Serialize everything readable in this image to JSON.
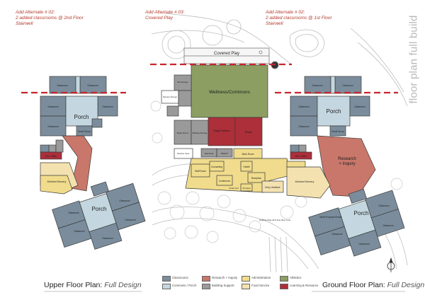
{
  "alternates": {
    "alt_2_left": {
      "line1": "Add Alternate # 02:",
      "line2": "2 added classrooms @ 2nd Floor",
      "line3": "Stairwell"
    },
    "alt_3": {
      "line1": "Add Alternate # 03:",
      "line2": "Covered Play"
    },
    "alt_2_right": {
      "line1": "Add Alternate # 02:",
      "line2": "2 added classrooms @ 1st Floor",
      "line3": "Stairwell"
    }
  },
  "title_vertical": "floor plan full build",
  "captions": {
    "upper": {
      "label": "Upper Floor Plan:",
      "design": "Full Design"
    },
    "ground": {
      "label": "Ground Floor Plan:",
      "design": "Full Design"
    }
  },
  "colors": {
    "classrooms": "#7b8d9c",
    "commons": "#c4d7e0",
    "research": "#c8776a",
    "building_support": "#9a9a9a",
    "administration": "#f0dc8c",
    "food_service": "#f3e2b0",
    "athletics": "#8c9e62",
    "learning_resource": "#ac2f3a",
    "alt_line": "#c8252e",
    "alt_text": "#b53a2c"
  },
  "legend": [
    {
      "label": "Classrooms",
      "color": "#7b8d9c"
    },
    {
      "label": "Research + Inquiry",
      "color": "#c8776a"
    },
    {
      "label": "Administration",
      "color": "#f0dc8c"
    },
    {
      "label": "Athletics",
      "color": "#8c9e62"
    },
    {
      "label": "Commons / Porch",
      "color": "#c4d7e0"
    },
    {
      "label": "Building Support",
      "color": "#9a9a9a"
    },
    {
      "label": "Food Service",
      "color": "#f3e2b0"
    },
    {
      "label": "Learning & Resource",
      "color": "#ac2f3a"
    }
  ],
  "labels": {
    "porch": "Porch",
    "wellness": "Wellness/Commons",
    "covered_play": "Covered Play",
    "research": "Research",
    "inquiry": "+ Inquiry",
    "kitchen": "Kitchen/Servery",
    "stage": "Stage Platform",
    "music": "Music",
    "entry": "Entry Vestibule",
    "staff_room": "Staff Room",
    "counseling": "Counseling",
    "health": "Health",
    "reception": "Reception",
    "conference": "Conference",
    "work_room": "Work Room",
    "mdf": "MDF/IT",
    "electrical": "Electrical",
    "boiler": "Boiler Room",
    "building_storage": "Building Storage",
    "pe_storage": "PE Storage",
    "service_vest": "Service Vest.",
    "service_screen": "Service Screen",
    "small_group": "Small Group",
    "res_office": "Res. Office",
    "multi_purpose": "Multi-Purpose Room",
    "principal": "Principal",
    "small_conf": "Small Conf",
    "classroom": "Classroom",
    "building_bus": "building drop-off & bus drop zone"
  }
}
